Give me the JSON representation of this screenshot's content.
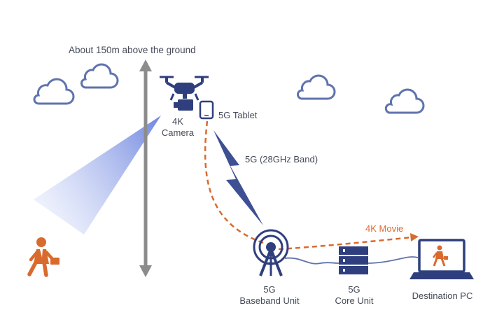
{
  "labels": {
    "altitude": "About 150m above the ground",
    "camera_line1": "4K",
    "camera_line2": "Camera",
    "tablet": "5G Tablet",
    "band": "5G (28GHz Band)",
    "movie": "4K Movie",
    "baseband_line1": "5G",
    "baseband_line2": "Baseband Unit",
    "core_line1": "5G",
    "core_line2": "Core Unit",
    "destination": "Destination PC"
  },
  "colors": {
    "text": "#444a56",
    "navy": "#2f3f7e",
    "cloud": "#5f73ad",
    "orange": "#d96a2e",
    "arrow_gray": "#8c8c8c",
    "beam": "#7b8fe0"
  },
  "icons": [
    "cloud-icon",
    "drone-icon",
    "camera-icon",
    "tablet-icon",
    "lightning-icon",
    "antenna-icon",
    "server-icon",
    "laptop-icon",
    "person-icon"
  ]
}
